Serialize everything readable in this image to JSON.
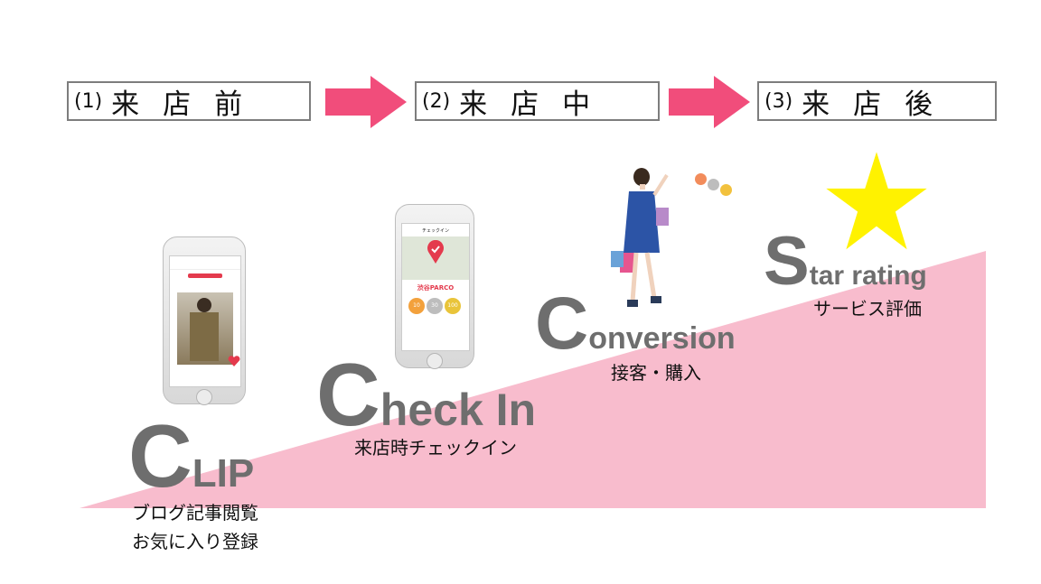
{
  "stages": [
    {
      "num": "(1)",
      "label": "来店前"
    },
    {
      "num": "(2)",
      "label": "来店中"
    },
    {
      "num": "(3)",
      "label": "来店後"
    }
  ],
  "steps": {
    "clip": {
      "initial": "C",
      "rest": "LIP",
      "desc_line1": "ブログ記事閲覧",
      "desc_line2": "お気に入り登録"
    },
    "checkin": {
      "initial": "C",
      "rest": "heck In",
      "desc": "来店時チェックイン"
    },
    "conversion": {
      "initial": "C",
      "rest": "onversion",
      "desc": "接客・購入"
    },
    "star": {
      "initial": "S",
      "rest": "tar rating",
      "desc": "サービス評価"
    }
  },
  "phone2": {
    "title": "チェックイン",
    "place": "渋谷PARCO",
    "coins": [
      "10",
      "30",
      "100"
    ]
  },
  "icons": [
    "right-arrow-icon",
    "star-icon",
    "heart-icon",
    "map-pin-icon"
  ],
  "colors": {
    "arrow": "#f14d7b",
    "ramp": "#f8bccd",
    "star": "#fff200",
    "text_gray": "#6e6e6e",
    "box_border": "#7d7d7d"
  }
}
